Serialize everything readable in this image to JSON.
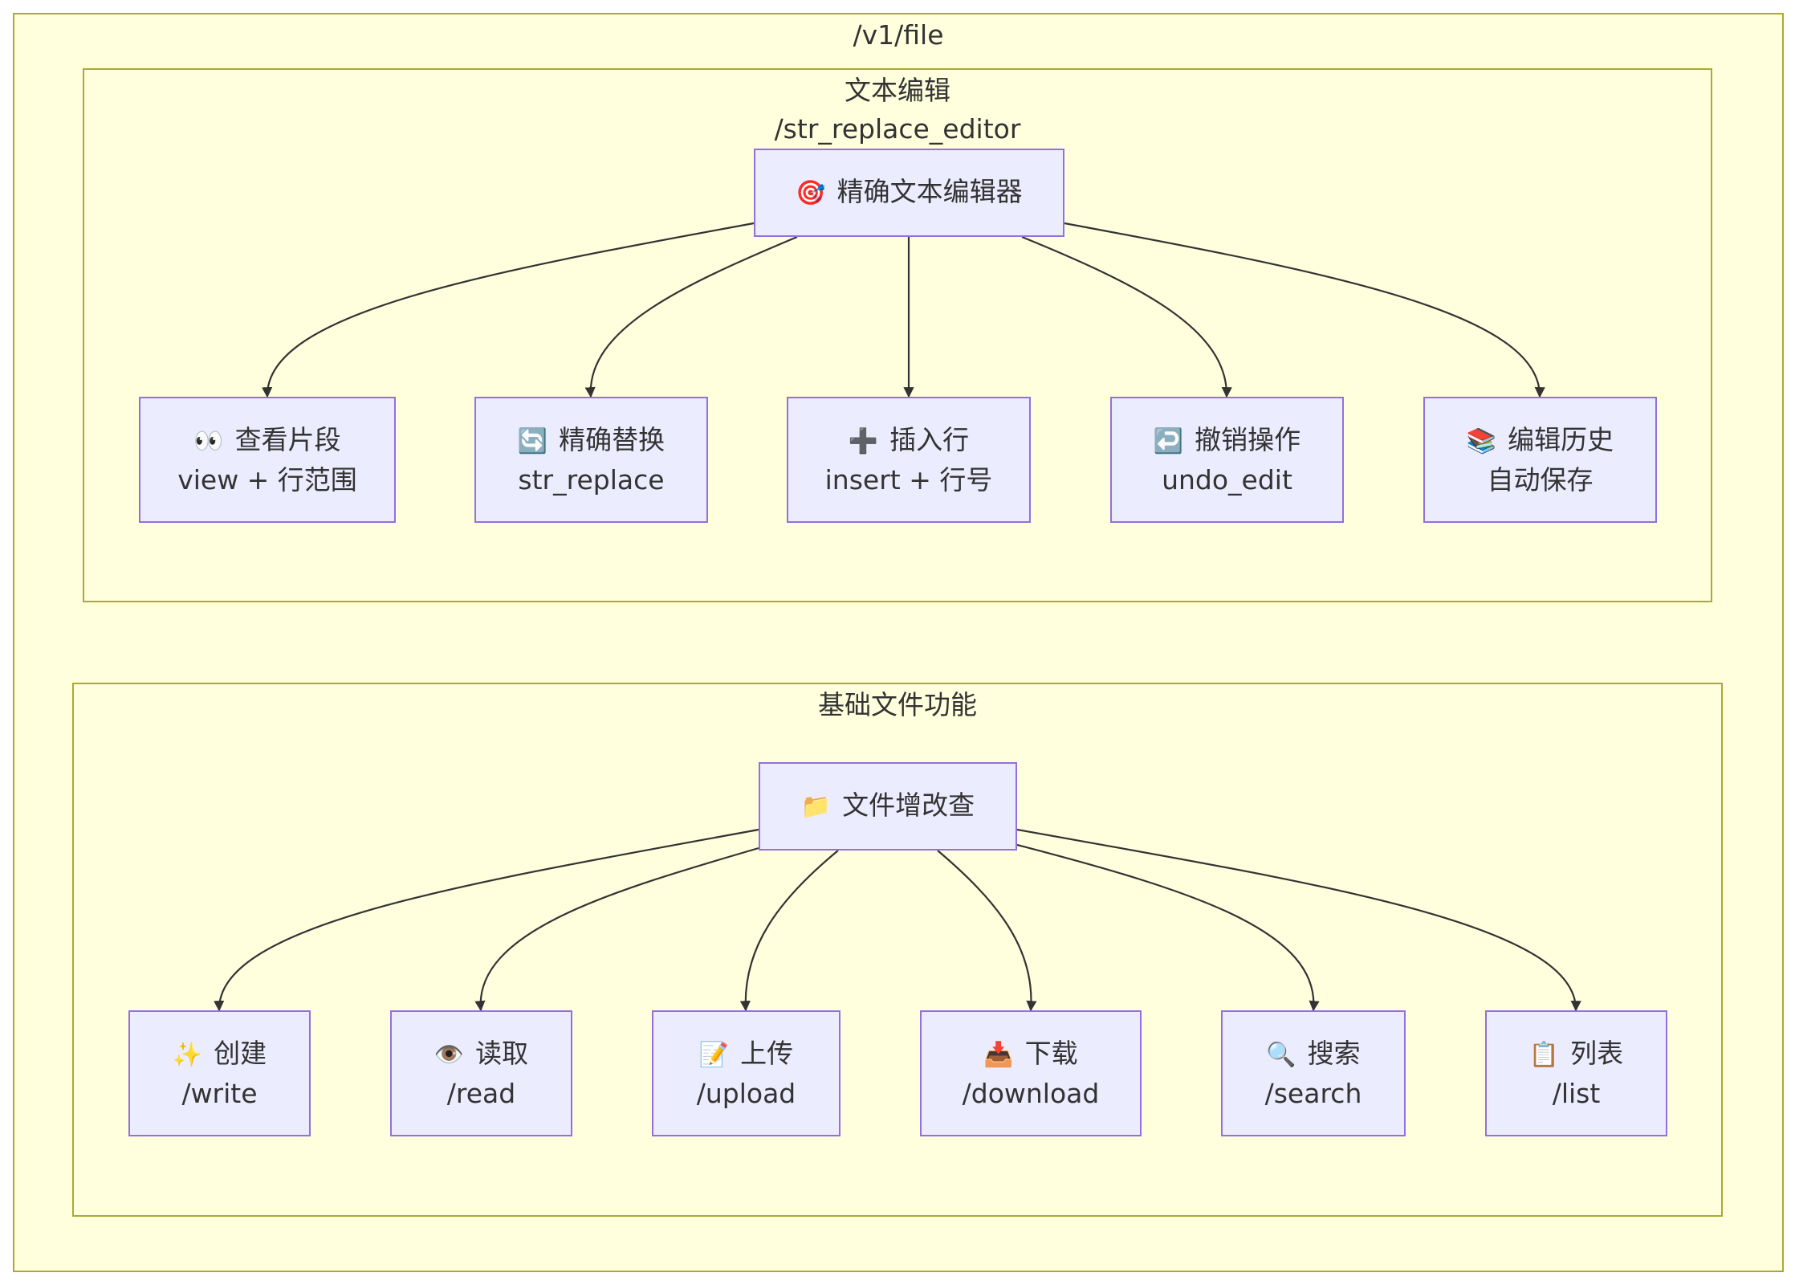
{
  "outer": {
    "title": "/v1/file"
  },
  "editor": {
    "title": "文本编辑",
    "subtitle": "/str_replace_editor",
    "root": {
      "icon": "🎯",
      "label": "精确文本编辑器",
      "icon_name": "target-icon"
    },
    "children": [
      {
        "icon": "👀",
        "label": "查看片段",
        "sub": "view + 行范围",
        "icon_name": "eyes-icon"
      },
      {
        "icon": "🔄",
        "label": "精确替换",
        "sub": "str_replace",
        "icon_name": "refresh-icon"
      },
      {
        "icon": "➕",
        "label": "插入行",
        "sub": "insert + 行号",
        "icon_name": "plus-icon"
      },
      {
        "icon": "↩️",
        "label": "撤销操作",
        "sub": "undo_edit",
        "icon_name": "undo-icon"
      },
      {
        "icon": "📚",
        "label": "编辑历史",
        "sub": "自动保存",
        "icon_name": "books-icon"
      }
    ]
  },
  "basic": {
    "title": "基础文件功能",
    "root": {
      "icon": "📁",
      "label": "文件增改查",
      "icon_name": "folder-icon"
    },
    "children": [
      {
        "icon": "✨",
        "label": "创建",
        "sub": "/write",
        "icon_name": "sparkles-icon"
      },
      {
        "icon": "👁️",
        "label": "读取",
        "sub": "/read",
        "icon_name": "eye-icon"
      },
      {
        "icon": "📝",
        "label": "上传",
        "sub": "/upload",
        "icon_name": "memo-icon"
      },
      {
        "icon": "📥",
        "label": "下载",
        "sub": "/download",
        "icon_name": "inbox-tray-icon"
      },
      {
        "icon": "🔍",
        "label": "搜索",
        "sub": "/search",
        "icon_name": "magnifier-icon"
      },
      {
        "icon": "📋",
        "label": "列表",
        "sub": "/list",
        "icon_name": "clipboard-icon"
      }
    ]
  },
  "colors": {
    "cluster_fill": "#ffffde",
    "cluster_border": "#aaaa33",
    "node_fill": "#ececff",
    "node_border": "#9370db",
    "edge": "#333333"
  }
}
